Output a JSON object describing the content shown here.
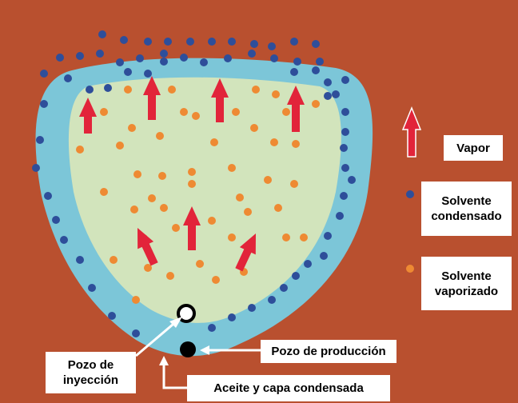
{
  "colors": {
    "background": "#B9502F",
    "outer_layer": "#7CC6D8",
    "inner_zone": "#D2E4BC",
    "condensed_dot": "#2E4E9A",
    "vaporized_dot": "#EE8A33",
    "arrow": "#E2243A",
    "label_bg": "#FFFFFF"
  },
  "legend": {
    "vapor": "Vapor",
    "condensed_line1": "Solvente",
    "condensed_line2": "condensado",
    "vaporized_line1": "Solvente",
    "vaporized_line2": "vaporizado"
  },
  "labels": {
    "injection_line1": "Pozo de",
    "injection_line2": "inyección",
    "production": "Pozo de producción",
    "oil_layer": "Aceite y capa condensada"
  }
}
